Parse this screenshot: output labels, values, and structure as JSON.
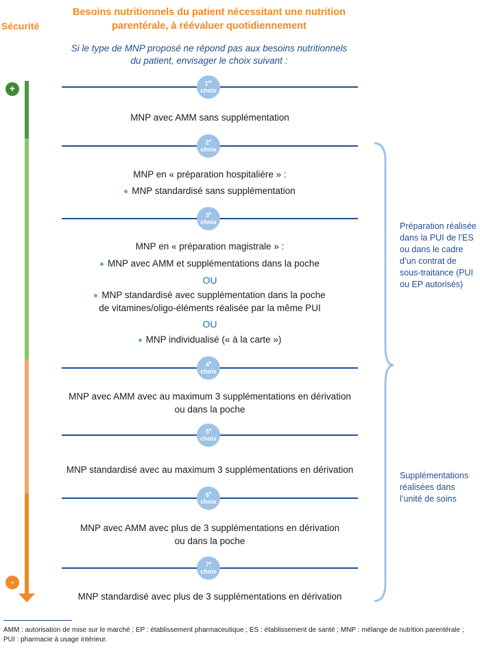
{
  "header": {
    "title_line1": "Besoins nutritionnels du patient nécessitant une nutrition",
    "title_line2": "parentérale, à réévaluer quotidiennement",
    "securite": "Sécurité",
    "subtitle_line1": "Si le type de MNP proposé ne répond pas aux besoins nutritionnels",
    "subtitle_line2": "du patient, envisager le choix suivant :",
    "plus": "+",
    "minus": "-"
  },
  "choice_word": "choix",
  "choices": [
    {
      "num": "1",
      "sup": "er"
    },
    {
      "num": "2",
      "sup": "e"
    },
    {
      "num": "3",
      "sup": "e"
    },
    {
      "num": "4",
      "sup": "e"
    },
    {
      "num": "5",
      "sup": "e"
    },
    {
      "num": "6",
      "sup": "e"
    },
    {
      "num": "7",
      "sup": "e"
    }
  ],
  "texts": {
    "c1": "MNP avec AMM sans supplémentation",
    "c2_title": "MNP en « préparation hospitalière » :",
    "c2_b1": "MNP standardisé sans supplémentation",
    "c3_title": "MNP en « préparation magistrale » :",
    "c3_b1": "MNP avec AMM et supplémentations dans la poche",
    "c3_ou1": "OU",
    "c3_b2_line1": "MNP standardisé avec supplémentation dans la poche",
    "c3_b2_line2": "de vitamines/oligo-éléments réalisée par la même PUI",
    "c3_ou2": "OU",
    "c3_b3": "MNP individualisé (« à la carte »)",
    "c4_line1": "MNP avec AMM avec au maximum 3 supplémentations en dérivation",
    "c4_line2": "ou dans la poche",
    "c5": "MNP standardisé avec au maximum 3 supplémentations en dérivation",
    "c6_line1": "MNP avec AMM avec plus de 3 supplémentations en dérivation",
    "c6_line2": "ou dans la poche",
    "c7": "MNP standardisé avec plus de 3 supplémentations en dérivation"
  },
  "brackets": {
    "upper": [
      "Préparation réalisée",
      "dans la PUI de l’ES",
      "ou dans le cadre",
      "d’un contrat de",
      "sous-traitance (PUI",
      "ou EP autorisés)"
    ],
    "lower": [
      "Supplémentations",
      "réalisées dans",
      "l’unité de soins"
    ]
  },
  "footnote": {
    "line1": "AMM : autorisation de mise sur le marché ; EP : établissement pharmaceutique ; ES : établissement de santé ; MNP : mélange de nutrition parentérale ;",
    "line2": "PUI : pharmacie à usage intérieur."
  },
  "colors": {
    "orange": "#ef8a26",
    "dark_blue": "#1d4f91",
    "light_blue": "#9dc3e6",
    "green_dark": "#4a9a3c",
    "green_light": "#8cc36b",
    "orange_light": "#f6a564",
    "orange_dark": "#ef8a26"
  }
}
